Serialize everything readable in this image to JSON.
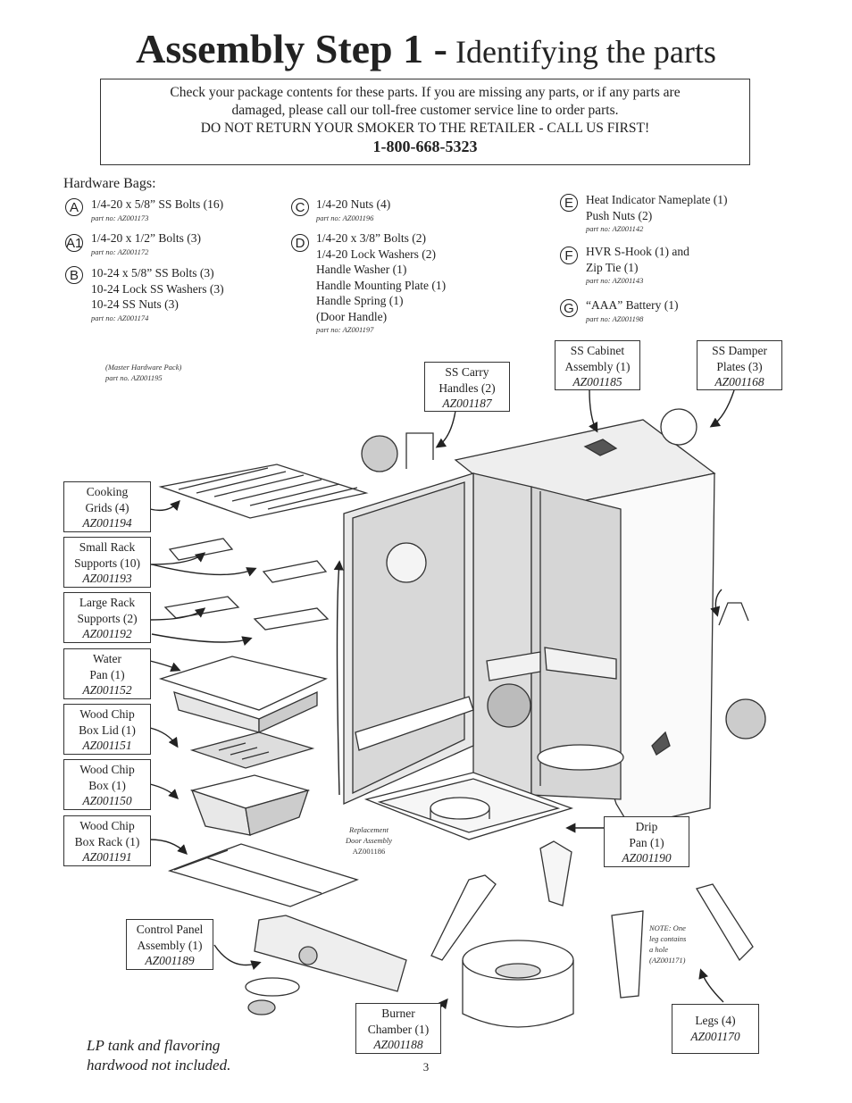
{
  "title": {
    "bold": "Assembly Step 1 -",
    "regular": " Identifying the parts"
  },
  "notice": {
    "line1": "Check your package contents for these parts. If you are missing any parts, or if any parts are",
    "line2": "damaged, please call our toll-free customer service line to order parts.",
    "line3": "DO NOT RETURN YOUR SMOKER TO THE RETAILER - CALL US FIRST!",
    "phone": "1-800-668-5323"
  },
  "hardware": {
    "heading": "Hardware Bags:",
    "bags": [
      {
        "letter": "A",
        "lines": [
          "1/4-20 x 5/8” SS Bolts (16)"
        ],
        "part": "part no: AZ001173"
      },
      {
        "letter": "A1",
        "lines": [
          "1/4-20 x 1/2” Bolts (3)"
        ],
        "part": "part no: AZ001172"
      },
      {
        "letter": "B",
        "lines": [
          "10-24 x 5/8” SS Bolts (3)",
          "10-24 Lock SS Washers (3)",
          "10-24 SS Nuts (3)"
        ],
        "part": "part no: AZ001174"
      },
      {
        "letter": "C",
        "lines": [
          "1/4-20 Nuts (4)"
        ],
        "part": "part no: AZ001196"
      },
      {
        "letter": "D",
        "lines": [
          "1/4-20 x 3/8” Bolts (2)",
          "1/4-20 Lock Washers (2)",
          "Handle Washer (1)",
          "Handle Mounting  Plate (1)",
          "Handle Spring (1)",
          "(Door Handle)"
        ],
        "part": "part no: AZ001197"
      },
      {
        "letter": "E",
        "lines": [
          "Heat Indicator Nameplate (1)",
          "Push Nuts (2)"
        ],
        "part": "part no: AZ001142"
      },
      {
        "letter": "F",
        "lines": [
          "HVR  S-Hook (1) and",
          "Zip Tie (1)"
        ],
        "part": "part no: AZ001143"
      },
      {
        "letter": "G",
        "lines": [
          "“AAA” Battery (1)"
        ],
        "part": "part no: AZ001198"
      }
    ],
    "master": {
      "line1": "(Master Hardware Pack)",
      "line2": "part no. AZ001195"
    }
  },
  "parts": [
    {
      "id": "carry-handles",
      "lines": [
        "SS Carry",
        "Handles (2)"
      ],
      "code": "AZ001187"
    },
    {
      "id": "cabinet",
      "lines": [
        "SS Cabinet",
        "Assembly (1)"
      ],
      "code": "AZ001185"
    },
    {
      "id": "damper-plates",
      "lines": [
        "SS Damper",
        "Plates (3)"
      ],
      "code": "AZ001168"
    },
    {
      "id": "cooking-grids",
      "lines": [
        "Cooking",
        "Grids (4)"
      ],
      "code": "AZ001194"
    },
    {
      "id": "small-rack",
      "lines": [
        "Small Rack",
        "Supports (10)"
      ],
      "code": "AZ001193"
    },
    {
      "id": "large-rack",
      "lines": [
        "Large Rack",
        "Supports (2)"
      ],
      "code": "AZ001192"
    },
    {
      "id": "water-pan",
      "lines": [
        "Water",
        "Pan (1)"
      ],
      "code": "AZ001152"
    },
    {
      "id": "chip-lid",
      "lines": [
        "Wood Chip",
        "Box Lid (1)"
      ],
      "code": "AZ001151"
    },
    {
      "id": "chip-box",
      "lines": [
        "Wood Chip",
        "Box (1)"
      ],
      "code": "AZ001150"
    },
    {
      "id": "chip-rack",
      "lines": [
        "Wood Chip",
        "Box Rack (1)"
      ],
      "code": "AZ001191"
    },
    {
      "id": "drip-pan",
      "lines": [
        "Drip",
        "Pan (1)"
      ],
      "code": "AZ001190"
    },
    {
      "id": "control-panel",
      "lines": [
        "Control Panel",
        "Assembly (1)"
      ],
      "code": "AZ001189"
    },
    {
      "id": "burner",
      "lines": [
        "Burner",
        "Chamber (1)"
      ],
      "code": "AZ001188"
    },
    {
      "id": "legs",
      "lines": [
        "Legs (4)"
      ],
      "code": "AZ001170"
    }
  ],
  "door_note": {
    "line1": "Replacement",
    "line2": "Door Assembly",
    "line3": "AZ001186"
  },
  "leg_note": {
    "line1": "NOTE: One",
    "line2": "leg contains",
    "line3": "a hole",
    "line4": "(AZ001171)"
  },
  "footer": {
    "line1": "LP tank and flavoring",
    "line2": "hardwood not included.",
    "page": "3"
  }
}
